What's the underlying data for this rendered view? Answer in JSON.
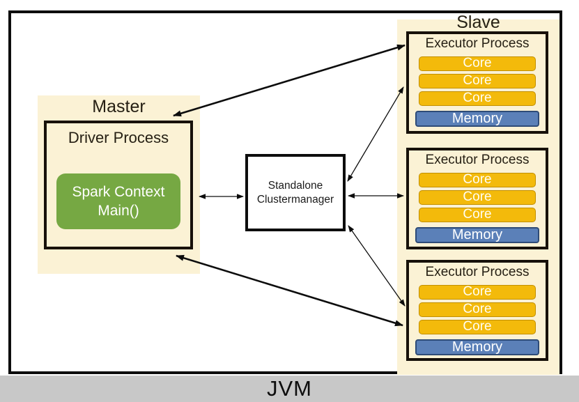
{
  "jvm_bar": {
    "label": "JVM",
    "background": "#c8c8c8"
  },
  "master": {
    "label": "Master",
    "panel_color": "#fbf2d5",
    "driver": {
      "title": "Driver Process",
      "spark_context": {
        "line1": "Spark Context",
        "line2": "Main()",
        "background": "#76a843",
        "text_color": "#ffffff"
      }
    }
  },
  "cluster_manager": {
    "line1": "Standalone",
    "line2": "Clustermanager",
    "background": "#ffffff"
  },
  "slave": {
    "label": "Slave",
    "panel_color": "#fbf2d5",
    "core_color": "#f3ba0b",
    "core_border_color": "#c28f00",
    "memory_color": "#5b80b8",
    "memory_border_color": "#2e4b77",
    "executors": [
      {
        "title": "Executor Process",
        "cores": [
          "Core",
          "Core",
          "Core"
        ],
        "memory": "Memory"
      },
      {
        "title": "Executor Process",
        "cores": [
          "Core",
          "Core",
          "Core"
        ],
        "memory": "Memory"
      },
      {
        "title": "Executor Process",
        "cores": [
          "Core",
          "Core",
          "Core"
        ],
        "memory": "Memory"
      }
    ]
  }
}
